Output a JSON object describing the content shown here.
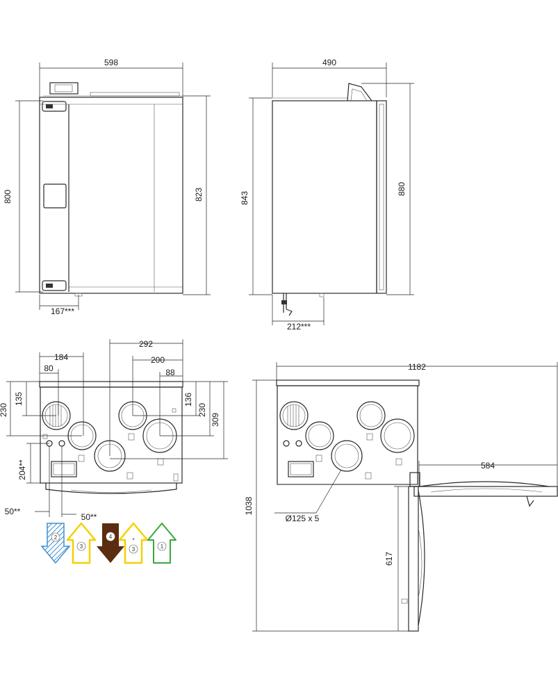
{
  "front_view": {
    "width_label": "598",
    "height_label": "800",
    "total_height_label": "823",
    "bottom_offset_label": "167***"
  },
  "side_view": {
    "depth_label": "490",
    "height_label": "843",
    "total_height_label": "880",
    "bottom_offset_label": "212***"
  },
  "top_view": {
    "dims": {
      "d184": "184",
      "d80": "80",
      "d292": "292",
      "d200": "200",
      "d88": "88",
      "d135": "135",
      "d230_left": "230",
      "d136": "136",
      "d230_right": "230",
      "d309": "309",
      "d204": "204**",
      "d50_left": "50**",
      "d50_right": "50**"
    }
  },
  "airflow_badges": [
    {
      "number": "2",
      "color": "#3d8fd1",
      "direction": "down",
      "style": "hatched"
    },
    {
      "number": "3",
      "color": "#f5d000",
      "direction": "up",
      "style": "outline"
    },
    {
      "number": "4",
      "color": "#5a2d10",
      "direction": "down",
      "style": "solid"
    },
    {
      "number": "3",
      "color": "#f5d000",
      "direction": "up",
      "style": "outline-star",
      "mark": "*"
    },
    {
      "number": "1",
      "color": "#3aa83a",
      "direction": "up",
      "style": "outline"
    }
  ],
  "open_view": {
    "total_width_label": "1182",
    "door_width_label": "584",
    "total_height_label": "1038",
    "door_height_label": "617",
    "duct_label": "Ø125 x 5"
  }
}
